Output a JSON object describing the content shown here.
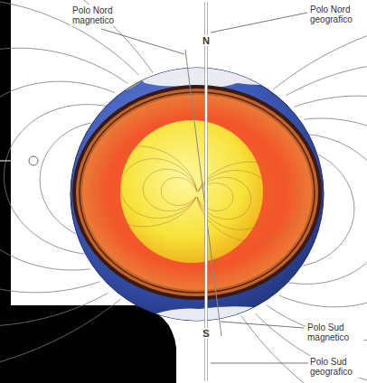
{
  "diagram": {
    "labels": [
      "Polo Nord magnetico",
      "N",
      "Polo Nord geografico",
      "Polo Sud magnetico",
      "S",
      "Polo Sud geografico"
    ]
  }
}
